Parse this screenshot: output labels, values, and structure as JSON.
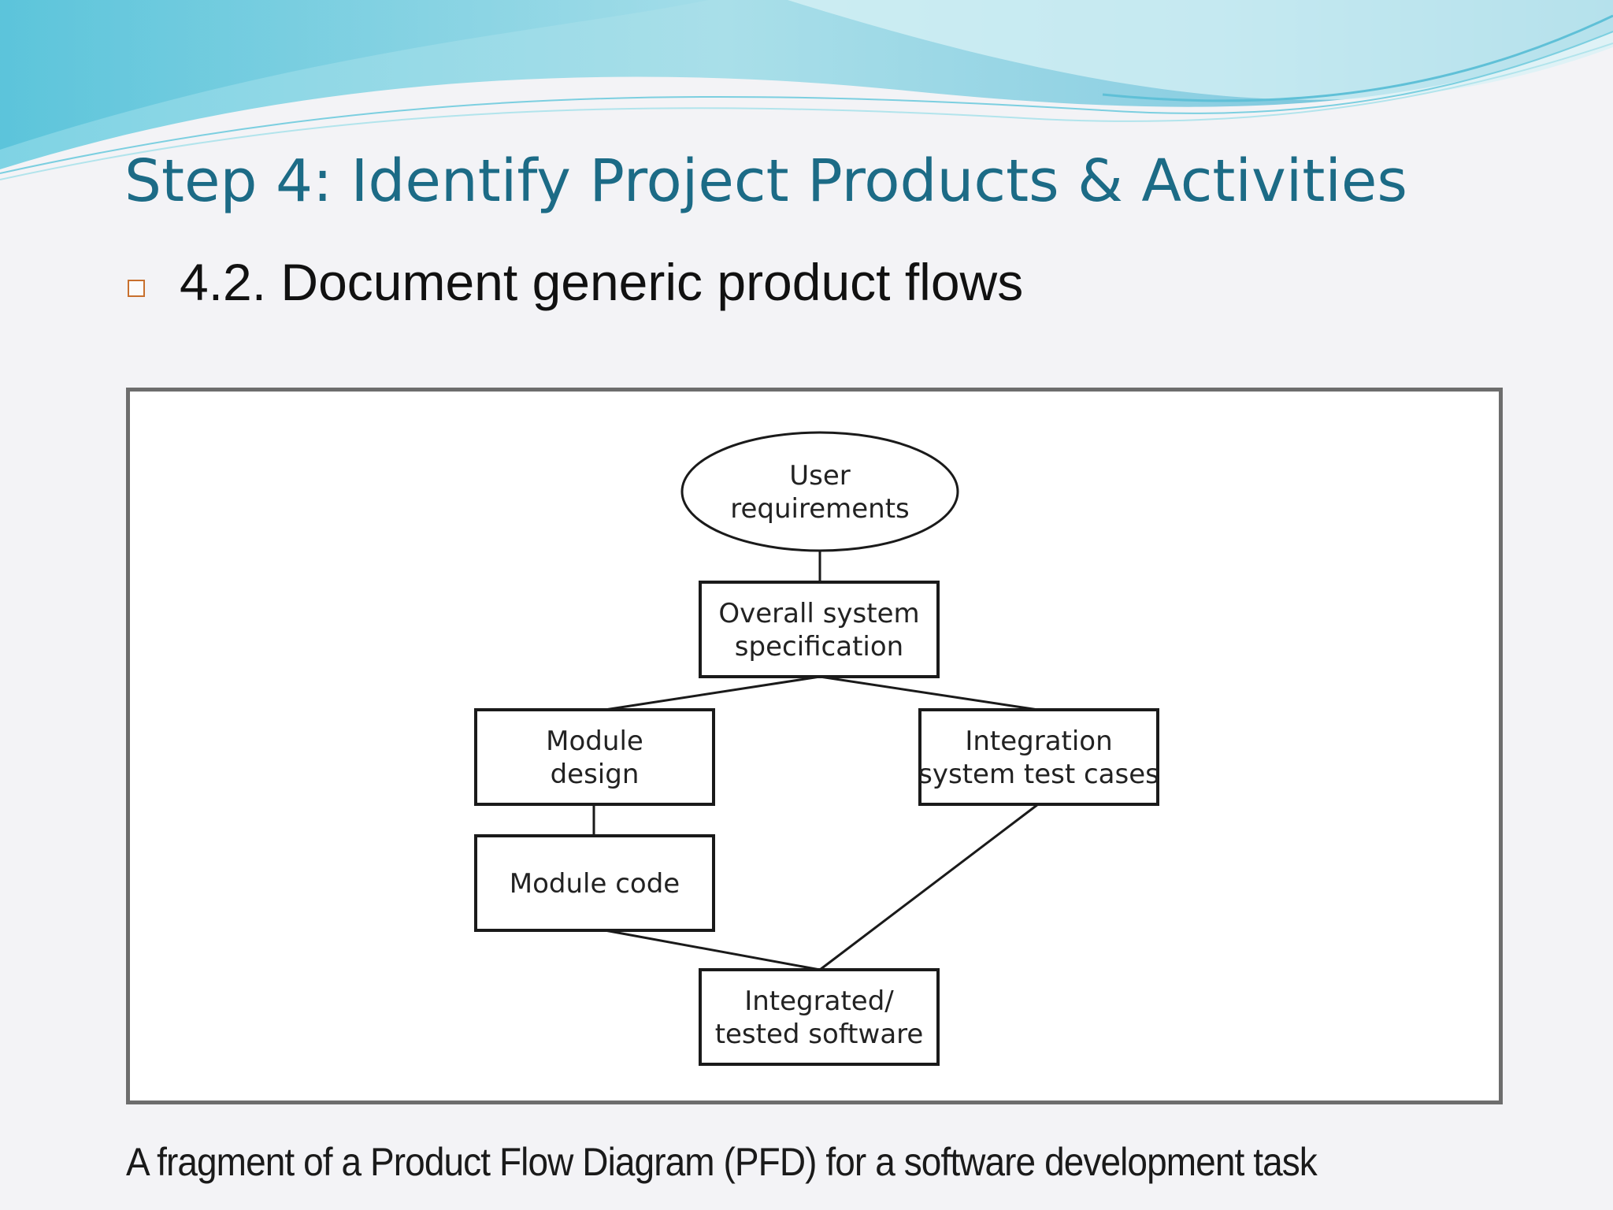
{
  "slide": {
    "title": "Step 4: Identify Project Products & Activities",
    "bullet": "4.2. Document generic product flows",
    "caption": "A fragment of a Product Flow Diagram (PFD) for a software development task",
    "colors": {
      "title": "#1c6b86",
      "bullet_marker": "#c8702e",
      "banner_light": "#bfe9ef",
      "banner_dark": "#4fb3cf"
    }
  },
  "diagram": {
    "nodes": {
      "user_requirements": [
        "User",
        "requirements"
      ],
      "overall_spec": [
        "Overall system",
        "specification"
      ],
      "module_design": [
        "Module",
        "design"
      ],
      "integration_tests": [
        "Integration",
        "system test cases"
      ],
      "module_code": [
        "Module code"
      ],
      "integrated_software": [
        "Integrated/",
        "tested software"
      ]
    }
  }
}
